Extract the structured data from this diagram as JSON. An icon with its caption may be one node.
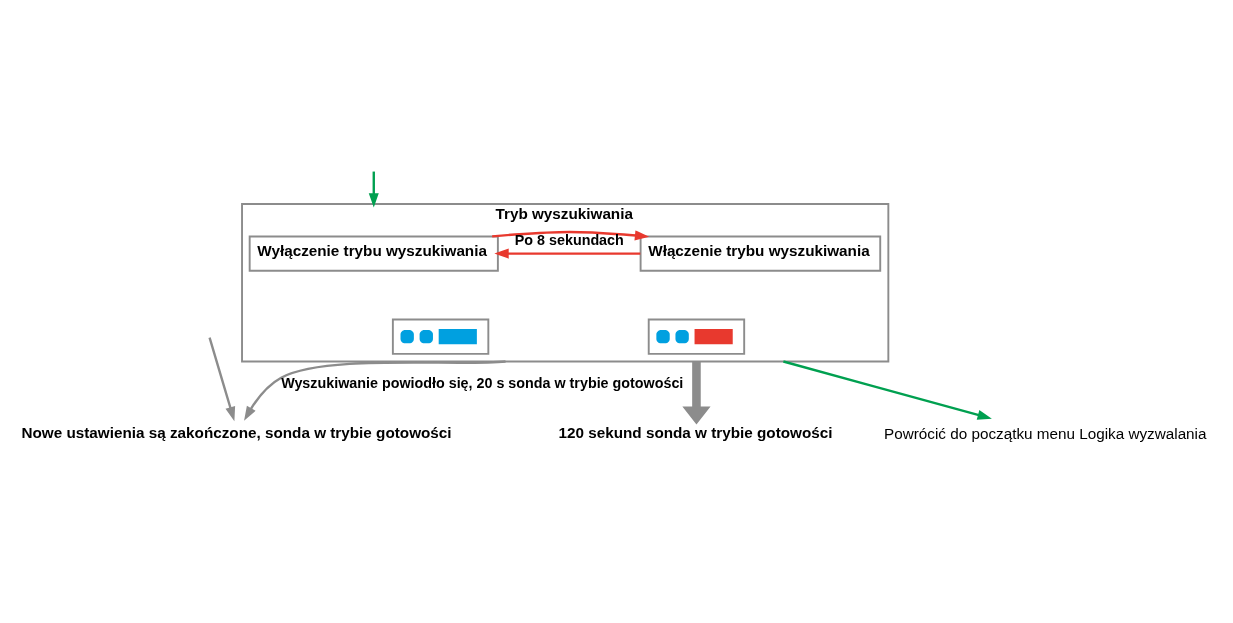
{
  "diagram": {
    "nodes": [
      {
        "text": [
          "Tryb wyszukiwania"
        ]
      },
      {
        "text": [
          "Wyłączenie trybu wyszukiwania"
        ],
        "in": 0
      },
      {
        "text": [
          "Włączenie trybu wyszukiwania"
        ],
        "in": 0
      },
      {
        "text": [],
        "shape": "picture",
        "in": 0
      },
      {
        "text": [],
        "shape": "picture",
        "in": 0
      },
      {
        "text": [
          "120 sekund sonda w trybie gotowości"
        ]
      },
      {
        "text": [
          "Powrócić do początku menu Logika wyzwalania"
        ]
      },
      {
        "text": [
          "Nowe ustawienia są zakończone, sonda w trybie gotowości"
        ]
      }
    ],
    "edges": [
      {
        "from": null,
        "to": 0,
        "arrow": "to",
        "color": "#00a050"
      },
      {
        "from": 1,
        "to": 2,
        "arrow": "to",
        "color": "#e8392e"
      },
      {
        "from": 2,
        "to": 1,
        "arrow": "to",
        "color": "#e8392e",
        "label": "Po 8 sekundach"
      },
      {
        "from": 0,
        "to": 5,
        "arrow": "to",
        "style": "thick"
      },
      {
        "from": 0,
        "to": 6,
        "arrow": "to",
        "color": "#00a050"
      },
      {
        "from": 0,
        "to": 7,
        "arrow": "to",
        "label": "Wyszukiwanie powiodło się, 20 s sonda w trybie gotowości"
      },
      {
        "from": null,
        "to": 7,
        "arrow": "to"
      }
    ]
  }
}
